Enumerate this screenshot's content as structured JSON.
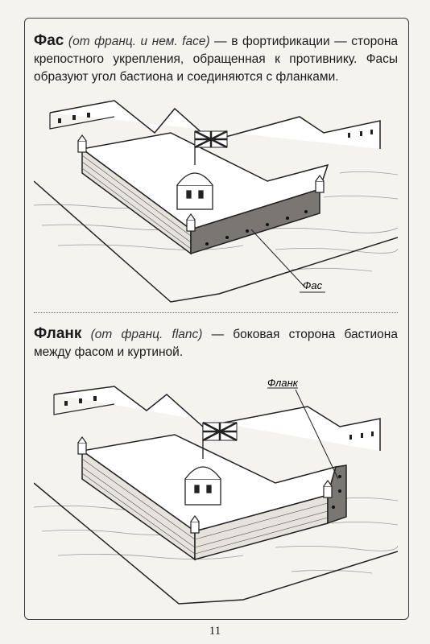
{
  "entries": [
    {
      "term": "Фас",
      "etymology": "(от франц. и нем. face)",
      "definition": " — в фортификации — сторона крепостного укрепления, обращенная к противнику. Фасы образуют угол бастиона и соединяются с фланками."
    },
    {
      "term": "Фланк",
      "etymology": "(от франц. flanc)",
      "definition": " — боковая сторона бастиона между фасом и куртиной."
    }
  ],
  "illustrations": [
    {
      "callout": "Фас"
    },
    {
      "callout": "Фланк"
    }
  ],
  "page_number": "11"
}
